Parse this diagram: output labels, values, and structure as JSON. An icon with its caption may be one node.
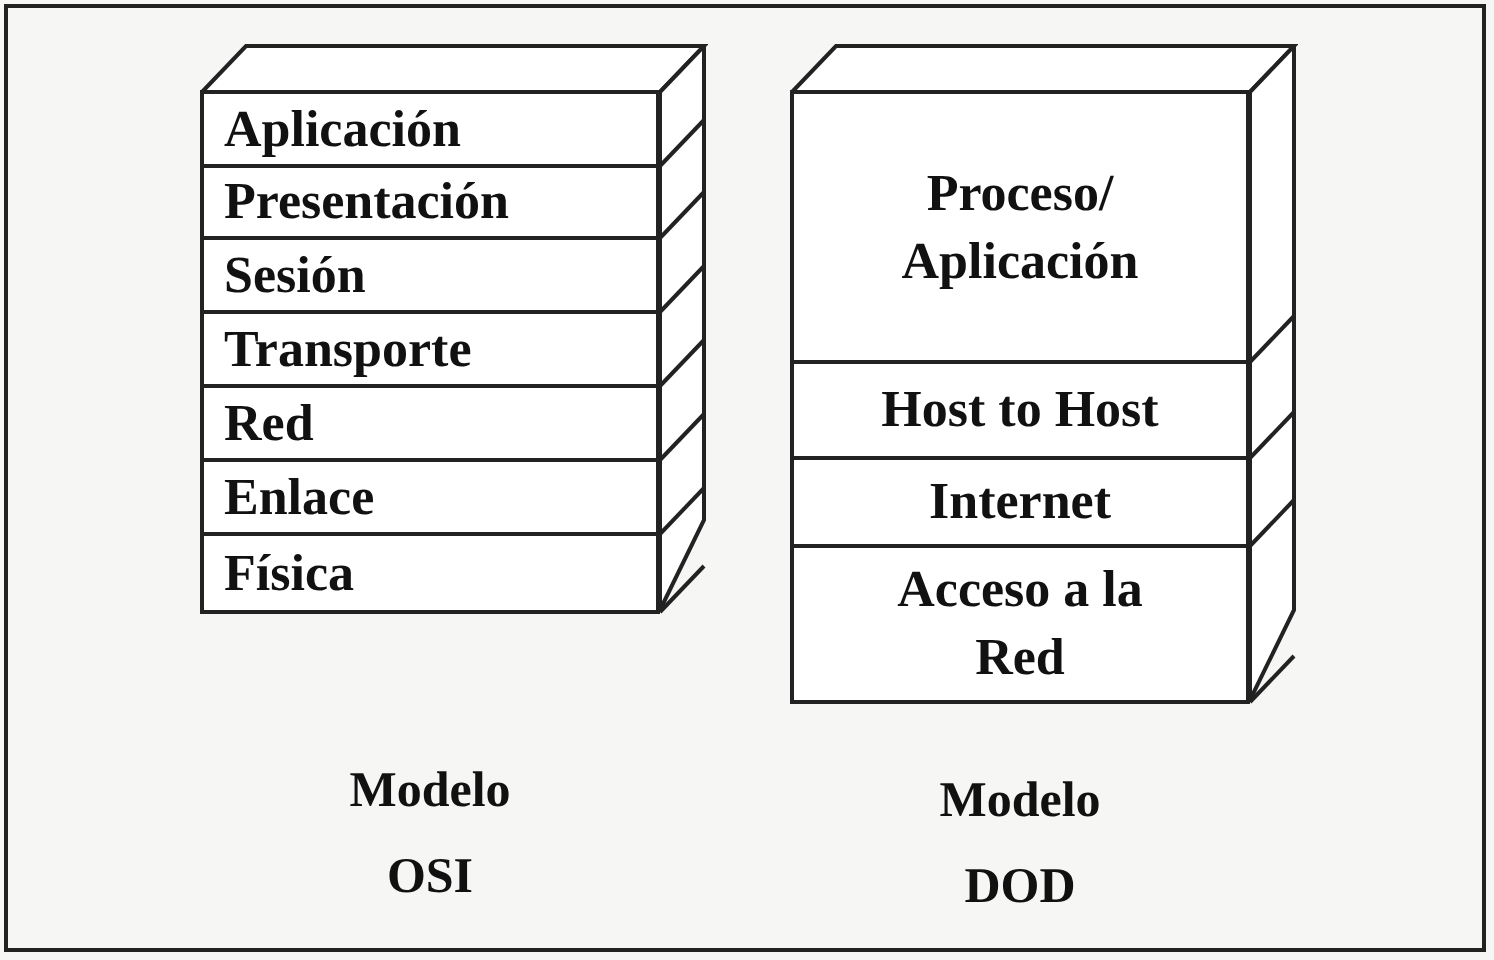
{
  "diagram": {
    "nodes": [
      {
        "text": [],
        "shape": "box",
        "beside": [
          "Modelo OSI"
        ]
      },
      {
        "text": [
          "Aplicación"
        ],
        "in": 0
      },
      {
        "text": [
          "Presentación"
        ],
        "in": 0
      },
      {
        "text": [
          "Sesión"
        ],
        "in": 0
      },
      {
        "text": [
          "Transporte"
        ],
        "in": 0
      },
      {
        "text": [
          "Red"
        ],
        "in": 0
      },
      {
        "text": [
          "Enlace"
        ],
        "in": 0
      },
      {
        "text": [
          "Física"
        ],
        "in": 0
      },
      {
        "text": [],
        "shape": "box",
        "beside": [
          "Modelo DOD"
        ]
      },
      {
        "text": [
          "Proceso/ Aplicación"
        ],
        "in": 8
      },
      {
        "text": [
          "Host to Host"
        ],
        "in": 8
      },
      {
        "text": [
          "Internet"
        ],
        "in": 8
      },
      {
        "text": [
          "Acceso a la Red"
        ],
        "in": 8
      }
    ]
  }
}
